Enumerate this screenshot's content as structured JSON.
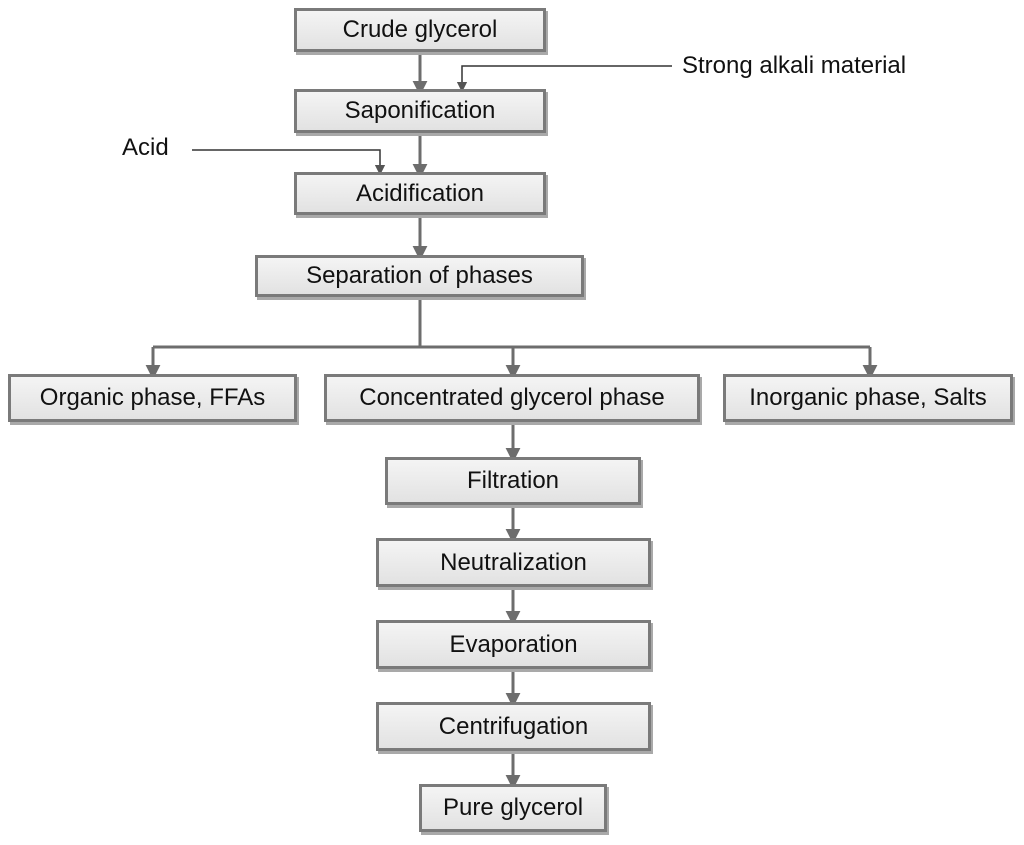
{
  "diagram": {
    "nodes": {
      "crude_glycerol": "Crude glycerol",
      "saponification": "Saponification",
      "acidification": "Acidification",
      "separation": "Separation of phases",
      "organic_phase": "Organic phase, FFAs",
      "concentrated_phase": "Concentrated glycerol phase",
      "inorganic_phase": "Inorganic phase, Salts",
      "filtration": "Filtration",
      "neutralization": "Neutralization",
      "evaporation": "Evaporation",
      "centrifugation": "Centrifugation",
      "pure_glycerol": "Pure glycerol"
    },
    "inputs": {
      "strong_alkali": "Strong alkali material",
      "acid": "Acid"
    },
    "edges": [
      [
        "crude_glycerol",
        "saponification"
      ],
      [
        "strong_alkali",
        "saponification"
      ],
      [
        "saponification",
        "acidification"
      ],
      [
        "acid",
        "acidification"
      ],
      [
        "acidification",
        "separation"
      ],
      [
        "separation",
        "organic_phase"
      ],
      [
        "separation",
        "concentrated_phase"
      ],
      [
        "separation",
        "inorganic_phase"
      ],
      [
        "concentrated_phase",
        "filtration"
      ],
      [
        "filtration",
        "neutralization"
      ],
      [
        "neutralization",
        "evaporation"
      ],
      [
        "evaporation",
        "centrifugation"
      ],
      [
        "centrifugation",
        "pure_glycerol"
      ]
    ],
    "colors": {
      "box_border": "#7a7a7a",
      "arrow": "#6d6d6d",
      "input_line": "#333333"
    }
  }
}
